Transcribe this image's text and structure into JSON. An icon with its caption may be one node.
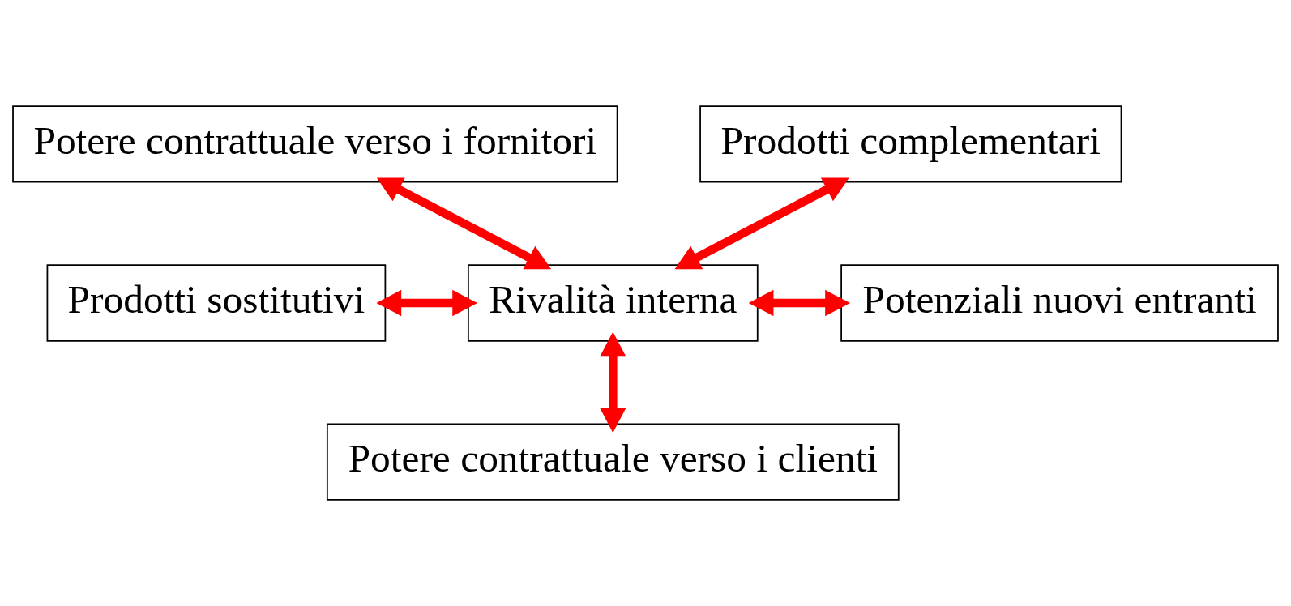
{
  "diagram": {
    "nodes": [
      {
        "text": [
          "Potere contrattuale verso i fornitori"
        ]
      },
      {
        "text": [
          "Prodotti complementari"
        ]
      },
      {
        "text": [
          "Prodotti sostitutivi"
        ]
      },
      {
        "text": [
          "Rivalità interna"
        ]
      },
      {
        "text": [
          "Potenziali nuovi entranti"
        ]
      },
      {
        "text": [
          "Potere contrattuale verso i clienti"
        ]
      }
    ],
    "edges": [
      {
        "from": 0,
        "to": 3,
        "arrow": "both"
      },
      {
        "from": 3,
        "to": 1,
        "arrow": "both"
      },
      {
        "from": 2,
        "to": 3,
        "arrow": "both"
      },
      {
        "from": 3,
        "to": 4,
        "arrow": "both"
      },
      {
        "from": 3,
        "to": 5,
        "arrow": "both"
      }
    ]
  }
}
